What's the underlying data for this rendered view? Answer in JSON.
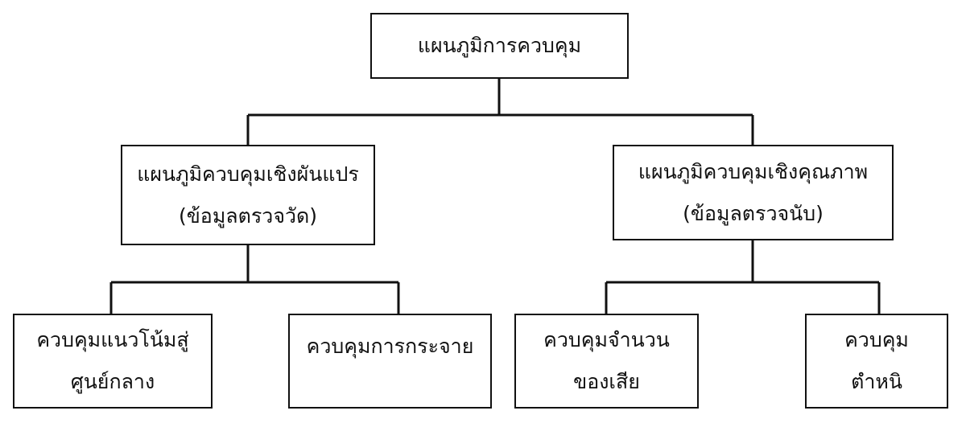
{
  "diagram": {
    "root": {
      "lines": [
        "แผนภูมิการควบคุม"
      ]
    },
    "branches": [
      {
        "lines": [
          "แผนภูมิควบคุมเชิงผันแปร",
          "(ข้อมูลตรวจวัด)"
        ],
        "children": [
          {
            "lines": [
              "ควบคุมแนวโน้มสู่",
              "ศูนย์กลาง"
            ]
          },
          {
            "lines": [
              "ควบคุมการกระจาย"
            ]
          }
        ]
      },
      {
        "lines": [
          "แผนภูมิควบคุมเชิงคุณภาพ",
          "(ข้อมูลตรวจนับ)"
        ],
        "children": [
          {
            "lines": [
              "ควบคุมจำนวน",
              "ของเสีย"
            ]
          },
          {
            "lines": [
              "ควบคุม",
              "ตำหนิ"
            ]
          }
        ]
      }
    ]
  },
  "colors": {
    "line": "#111111",
    "box_border": "#111111",
    "background": "#ffffff"
  }
}
